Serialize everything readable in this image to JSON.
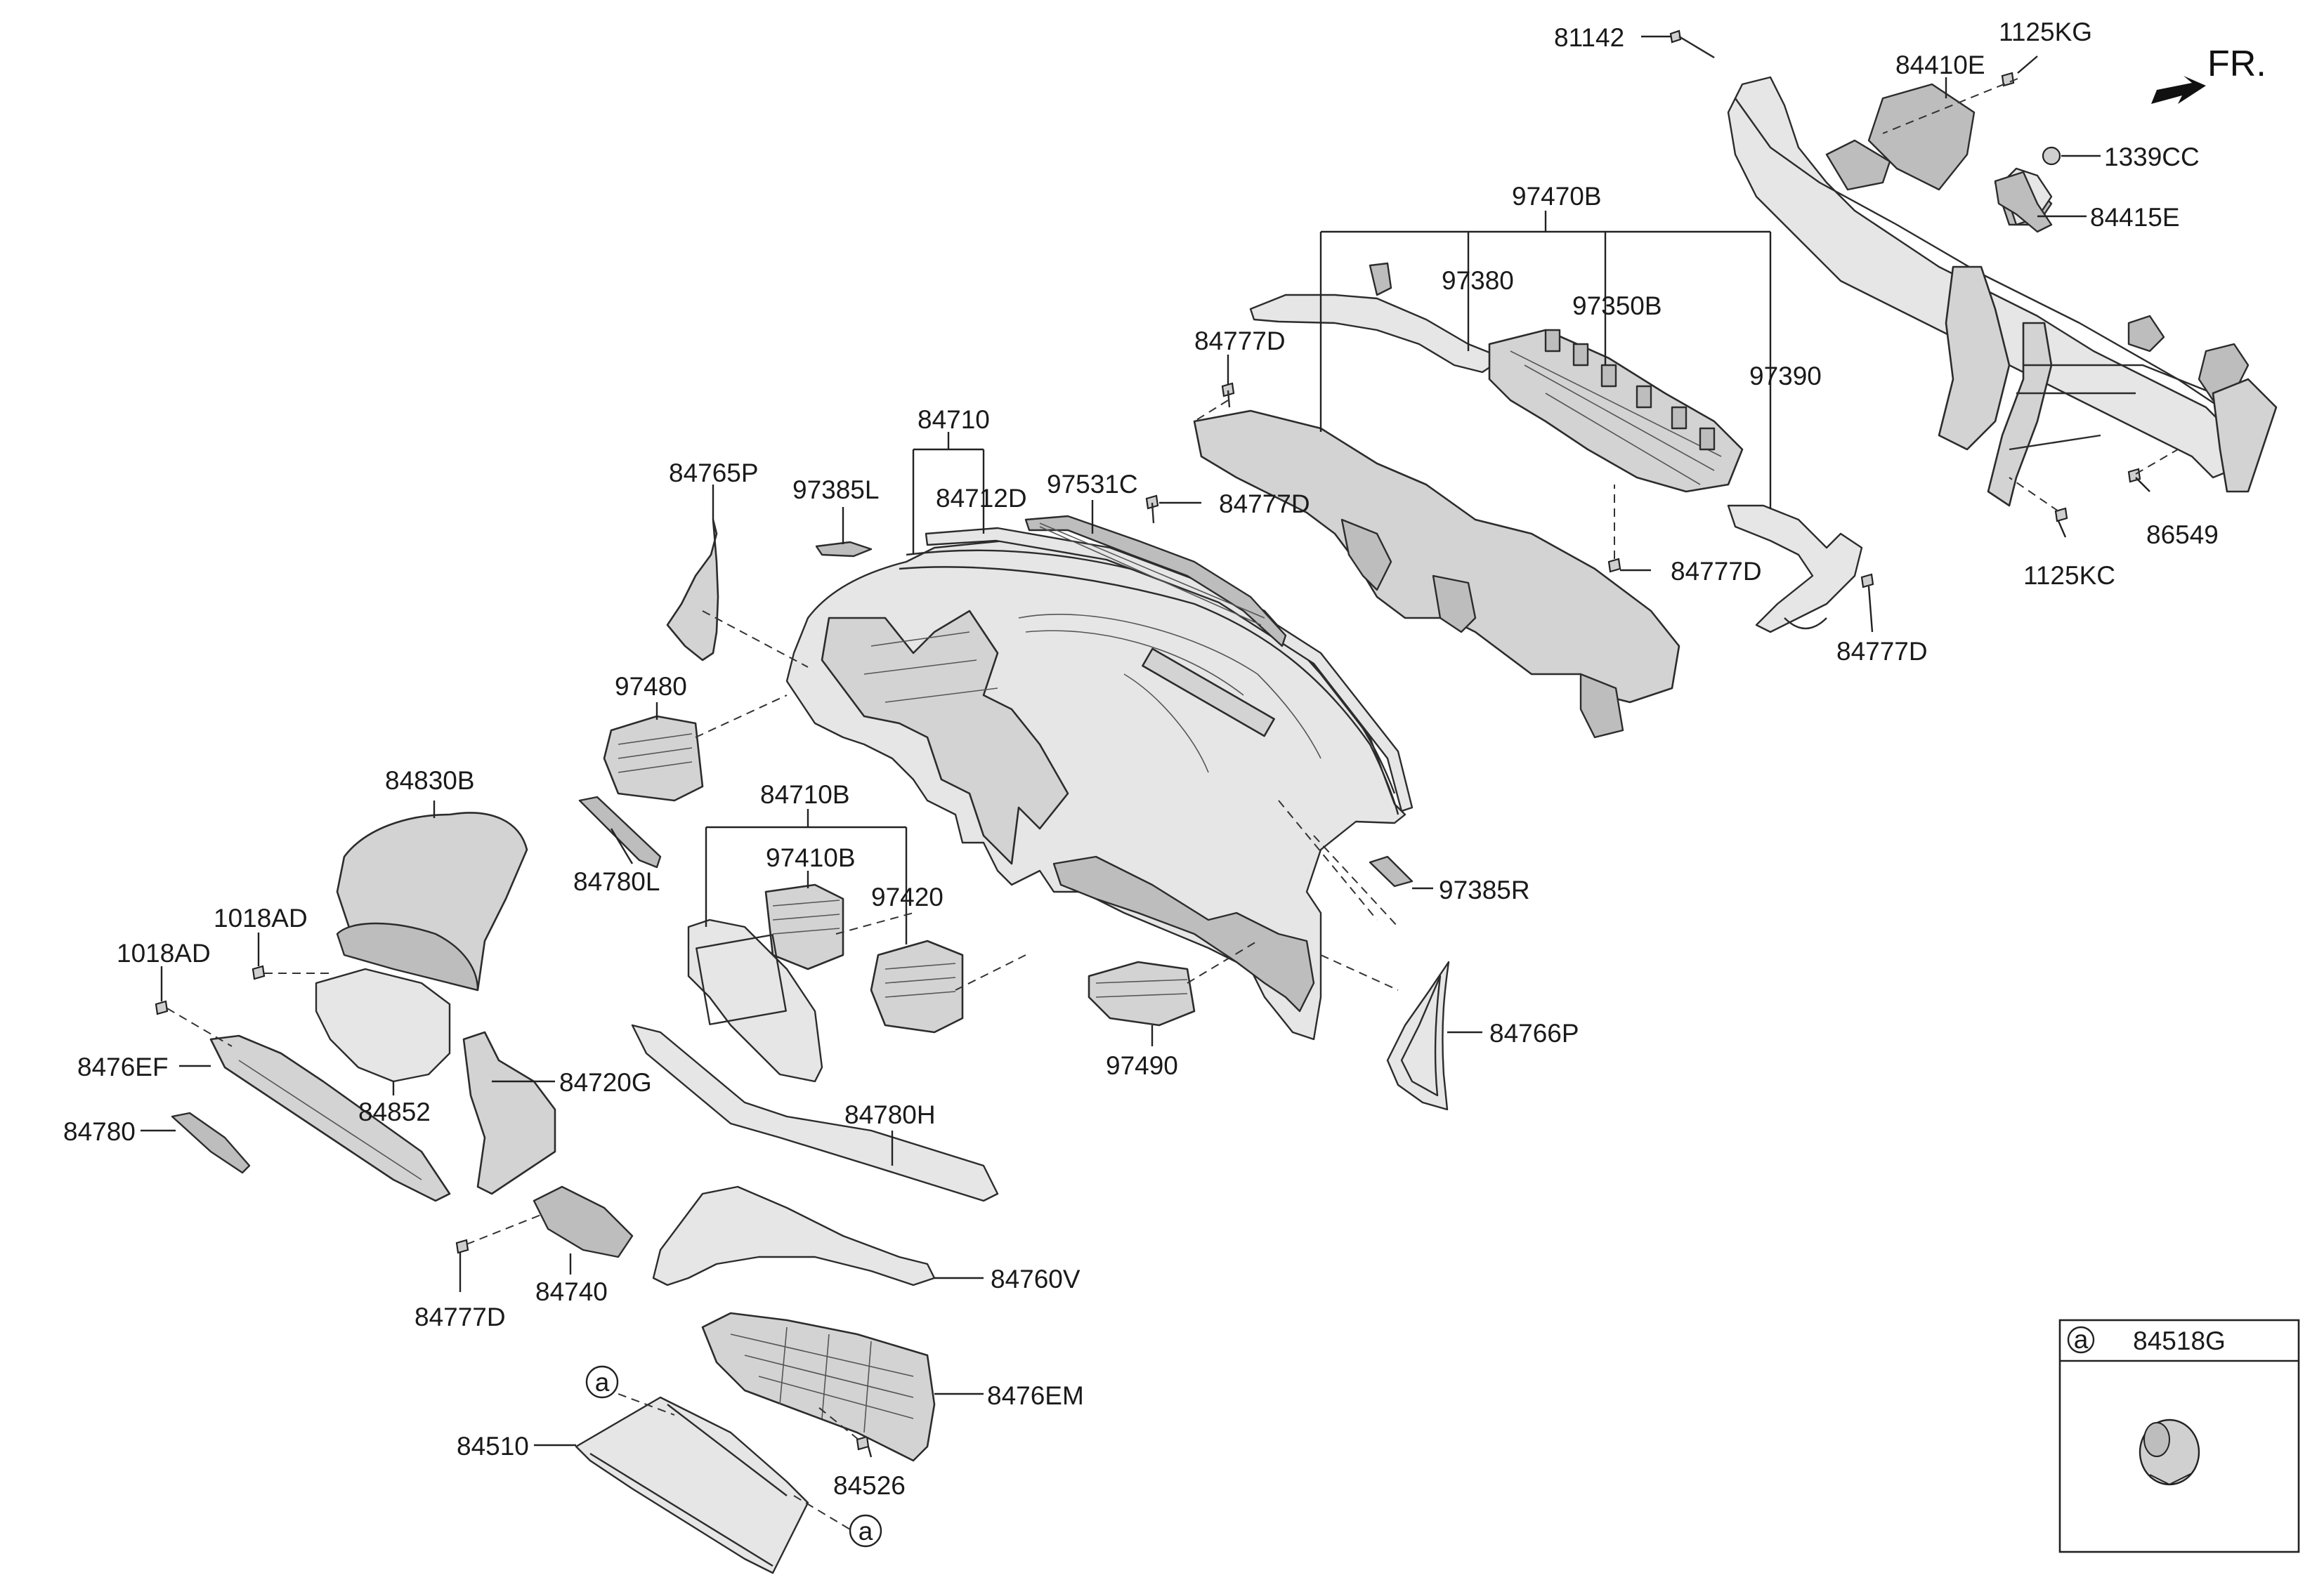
{
  "direction_marker": "FR.",
  "callout_letter": "a",
  "parts": {
    "p81142": "81142",
    "p1125KG": "1125KG",
    "p84410E": "84410E",
    "p1339CC": "1339CC",
    "p84415E": "84415E",
    "p97470B": "97470B",
    "p97380": "97380",
    "p97350B": "97350B",
    "p97390": "97390",
    "p84777D_a": "84777D",
    "p84777D_b": "84777D",
    "p84777D_c": "84777D",
    "p84777D_d": "84777D",
    "p84777D_e": "84777D",
    "p84710": "84710",
    "p84712D": "84712D",
    "p97531C": "97531C",
    "p97385L": "97385L",
    "p84765P": "84765P",
    "p97480": "97480",
    "p84780L": "84780L",
    "p84830B": "84830B",
    "p84710B": "84710B",
    "p97410B": "97410B",
    "p97420": "97420",
    "p97385R": "97385R",
    "p86549": "86549",
    "p1125KC": "1125KC",
    "p1018AD_a": "1018AD",
    "p1018AD_b": "1018AD",
    "p8476EF": "8476EF",
    "p84780": "84780",
    "p84852": "84852",
    "p84720G": "84720G",
    "p84780H": "84780H",
    "p97490": "97490",
    "p84766P": "84766P",
    "p84740": "84740",
    "p84760V": "84760V",
    "p8476EM": "8476EM",
    "p84510": "84510",
    "p84526": "84526"
  },
  "detail_box": {
    "letter": "a",
    "part_number": "84518G"
  }
}
